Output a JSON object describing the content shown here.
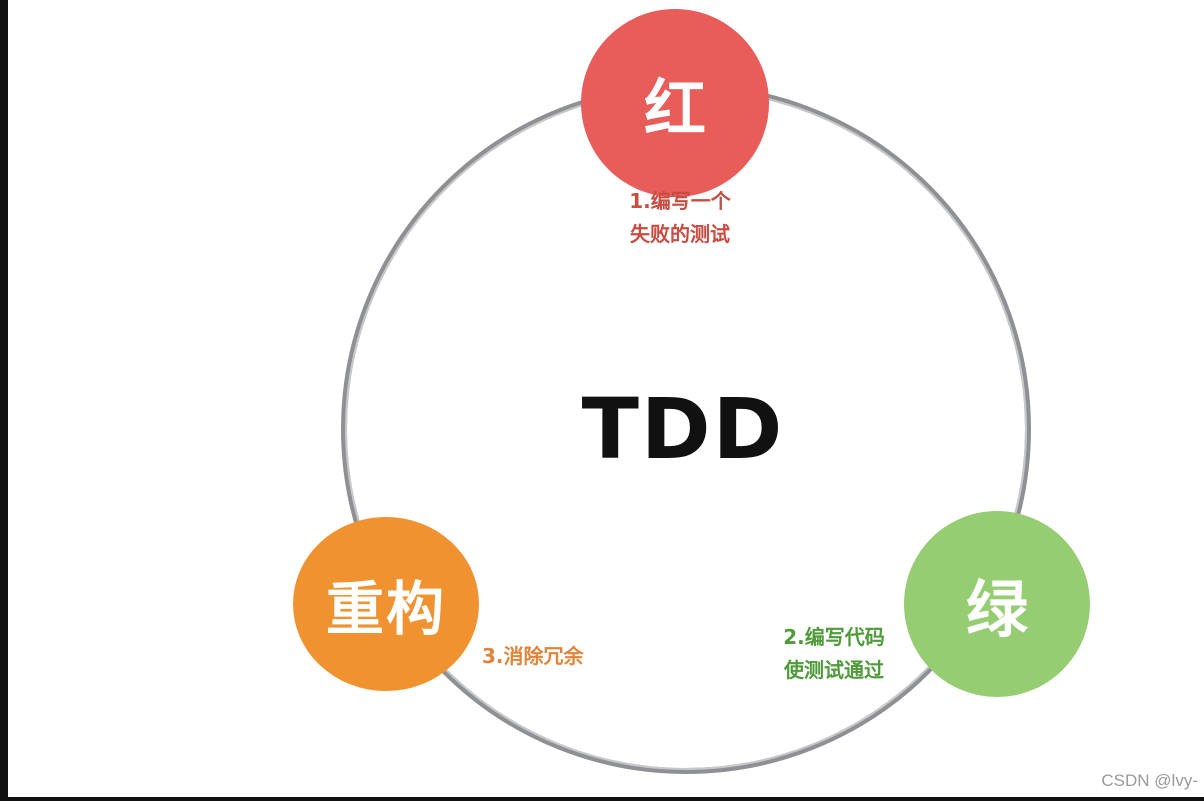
{
  "diagram": {
    "center_label": "TDD",
    "nodes": [
      {
        "id": "red",
        "label": "红",
        "color": "#e85c5a",
        "step_lines": [
          "1.编写一个",
          "失败的测试"
        ],
        "step_color": "#c74d42"
      },
      {
        "id": "green",
        "label": "绿",
        "color": "#96cd72",
        "step_lines": [
          "2.编写代码",
          "使测试通过"
        ],
        "step_color": "#4f9a39"
      },
      {
        "id": "refactor",
        "label": "重构",
        "color": "#f0922f",
        "step_lines": [
          "3.消除冗余"
        ],
        "step_color": "#e0843a"
      }
    ],
    "cycle_color": "#8e9094"
  },
  "watermark": "CSDN @lvy-"
}
